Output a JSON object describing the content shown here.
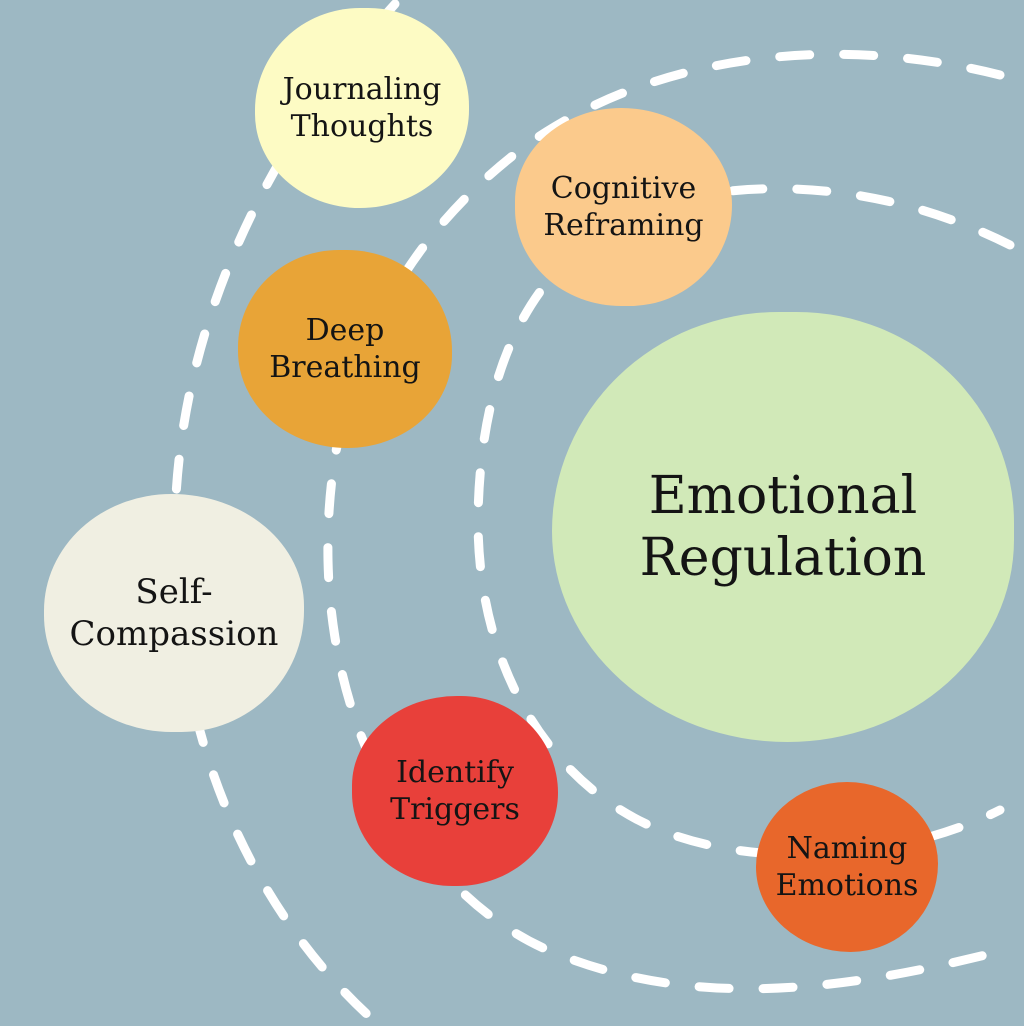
{
  "colors": {
    "background": "#9db8c3",
    "dash": "#ffffff",
    "text": "#141414"
  },
  "nodes": {
    "journaling": {
      "lines": [
        "Journaling",
        "Thoughts"
      ],
      "color": "#fdfbc4"
    },
    "cognitive": {
      "lines": [
        "Cognitive",
        "Reframing"
      ],
      "color": "#fbca8c"
    },
    "deep_breathing": {
      "lines": [
        "Deep",
        "Breathing"
      ],
      "color": "#e8a437"
    },
    "emotional_regulation": {
      "lines": [
        "Emotional",
        "Regulation"
      ],
      "color": "#d1e9b8"
    },
    "self_compassion": {
      "lines": [
        "Self-",
        "Compassion"
      ],
      "color": "#f0efe2"
    },
    "identify_triggers": {
      "lines": [
        "Identify",
        "Triggers"
      ],
      "color": "#e8403a"
    },
    "naming_emotions": {
      "lines": [
        "Naming",
        "Emotions"
      ],
      "color": "#e8672b"
    }
  }
}
